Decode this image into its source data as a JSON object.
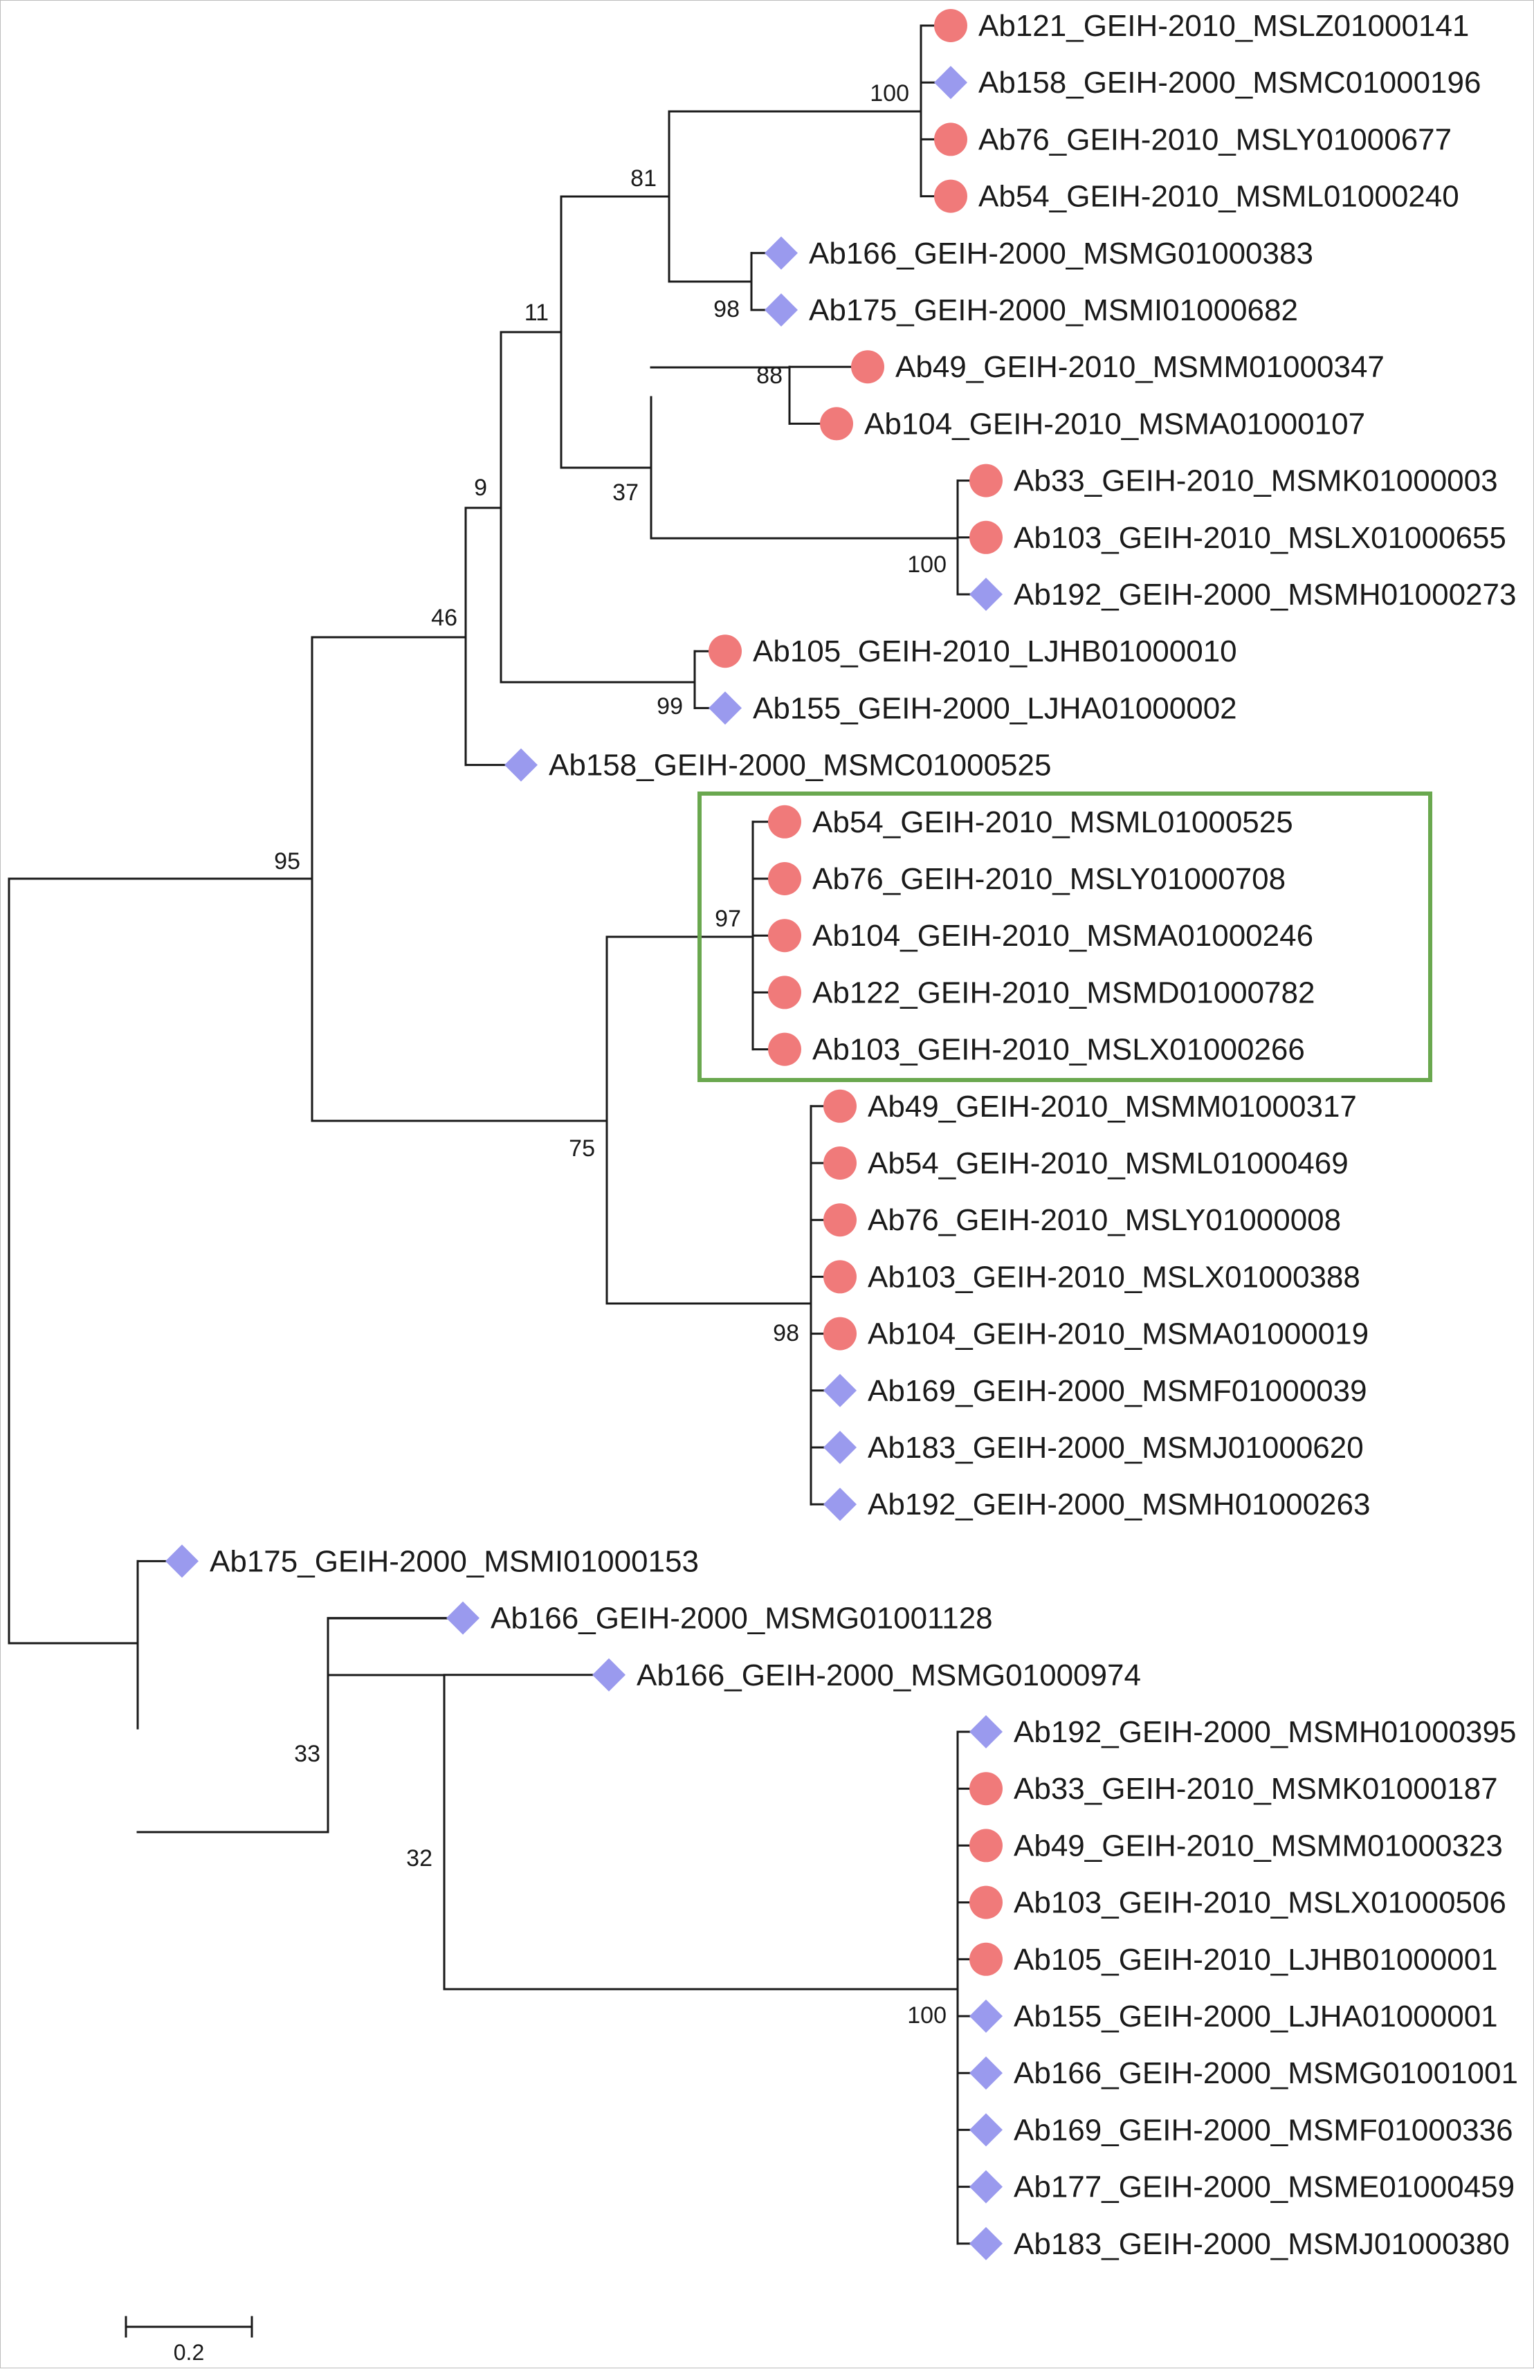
{
  "colors": {
    "circle_marker": "#f07a7a",
    "diamond_marker": "#9a9aee",
    "highlight_box": "#6aa84f",
    "branch": "#1a1a1a"
  },
  "marker_legend": {
    "circle": "red-circle-icon",
    "diamond": "blue-diamond-icon"
  },
  "leaves": [
    {
      "label": "Ab121_GEIH-2010_MSLZ01000141",
      "marker": "circle"
    },
    {
      "label": "Ab158_GEIH-2000_MSMC01000196",
      "marker": "diamond"
    },
    {
      "label": "Ab76_GEIH-2010_MSLY01000677",
      "marker": "circle"
    },
    {
      "label": "Ab54_GEIH-2010_MSML01000240",
      "marker": "circle"
    },
    {
      "label": "Ab166_GEIH-2000_MSMG01000383",
      "marker": "diamond"
    },
    {
      "label": "Ab175_GEIH-2000_MSMI01000682",
      "marker": "diamond"
    },
    {
      "label": "Ab49_GEIH-2010_MSMM01000347",
      "marker": "circle"
    },
    {
      "label": "Ab104_GEIH-2010_MSMA01000107",
      "marker": "circle"
    },
    {
      "label": "Ab33_GEIH-2010_MSMK01000003",
      "marker": "circle"
    },
    {
      "label": "Ab103_GEIH-2010_MSLX01000655",
      "marker": "circle"
    },
    {
      "label": "Ab192_GEIH-2000_MSMH01000273",
      "marker": "diamond"
    },
    {
      "label": "Ab105_GEIH-2010_LJHB01000010",
      "marker": "circle"
    },
    {
      "label": "Ab155_GEIH-2000_LJHA01000002",
      "marker": "diamond"
    },
    {
      "label": "Ab158_GEIH-2000_MSMC01000525",
      "marker": "diamond"
    },
    {
      "label": "Ab54_GEIH-2010_MSML01000525",
      "marker": "circle"
    },
    {
      "label": "Ab76_GEIH-2010_MSLY01000708",
      "marker": "circle"
    },
    {
      "label": "Ab104_GEIH-2010_MSMA01000246",
      "marker": "circle"
    },
    {
      "label": "Ab122_GEIH-2010_MSMD01000782",
      "marker": "circle"
    },
    {
      "label": "Ab103_GEIH-2010_MSLX01000266",
      "marker": "circle"
    },
    {
      "label": "Ab49_GEIH-2010_MSMM01000317",
      "marker": "circle"
    },
    {
      "label": "Ab54_GEIH-2010_MSML01000469",
      "marker": "circle"
    },
    {
      "label": "Ab76_GEIH-2010_MSLY01000008",
      "marker": "circle"
    },
    {
      "label": "Ab103_GEIH-2010_MSLX01000388",
      "marker": "circle"
    },
    {
      "label": "Ab104_GEIH-2010_MSMA01000019",
      "marker": "circle"
    },
    {
      "label": "Ab169_GEIH-2000_MSMF01000039",
      "marker": "diamond"
    },
    {
      "label": "Ab183_GEIH-2000_MSMJ01000620",
      "marker": "diamond"
    },
    {
      "label": "Ab192_GEIH-2000_MSMH01000263",
      "marker": "diamond"
    },
    {
      "label": "Ab175_GEIH-2000_MSMI01000153",
      "marker": "diamond"
    },
    {
      "label": "Ab166_GEIH-2000_MSMG01001128",
      "marker": "diamond"
    },
    {
      "label": "Ab166_GEIH-2000_MSMG01000974",
      "marker": "diamond"
    },
    {
      "label": "Ab192_GEIH-2000_MSMH01000395",
      "marker": "diamond"
    },
    {
      "label": "Ab33_GEIH-2010_MSMK01000187",
      "marker": "circle"
    },
    {
      "label": "Ab49_GEIH-2010_MSMM01000323",
      "marker": "circle"
    },
    {
      "label": "Ab103_GEIH-2010_MSLX01000506",
      "marker": "circle"
    },
    {
      "label": "Ab105_GEIH-2010_LJHB01000001",
      "marker": "circle"
    },
    {
      "label": "Ab155_GEIH-2000_LJHA01000001",
      "marker": "diamond"
    },
    {
      "label": "Ab166_GEIH-2000_MSMG01001001",
      "marker": "diamond"
    },
    {
      "label": "Ab169_GEIH-2000_MSMF01000336",
      "marker": "diamond"
    },
    {
      "label": "Ab177_GEIH-2000_MSME01000459",
      "marker": "diamond"
    },
    {
      "label": "Ab183_GEIH-2000_MSMJ01000380",
      "marker": "diamond"
    }
  ],
  "support_values": [
    "100",
    "81",
    "98",
    "11",
    "88",
    "37",
    "100",
    "9",
    "99",
    "46",
    "97",
    "95",
    "75",
    "98",
    "33",
    "32",
    "100"
  ],
  "scale_bar": {
    "label": "0.2"
  }
}
